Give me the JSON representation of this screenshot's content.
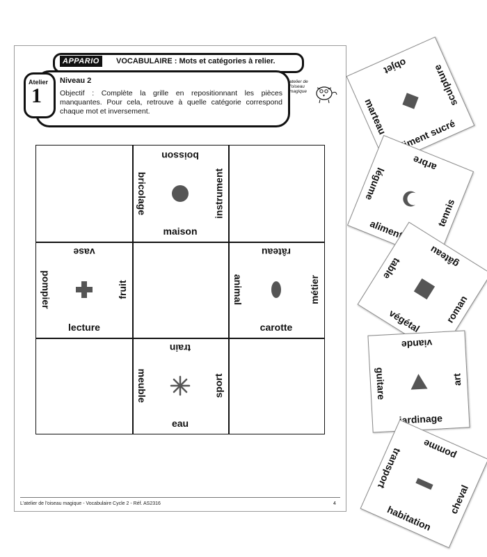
{
  "header": {
    "brand": "APPARIO",
    "title": "VOCABULAIRE : Mots et catégories à relier."
  },
  "info": {
    "atelier_label": "Atelier",
    "atelier_number": "1",
    "niveau": "Niveau 2",
    "objectif": "Objectif : Complète la grille en repositionnant les pièces manquantes. Pour cela, retrouve à quelle catégorie correspond chaque mot et inversement.",
    "logo_text": "atelier de l'oiseau magique"
  },
  "grid": {
    "cells": [
      {
        "id": "r1c1",
        "empty": true
      },
      {
        "id": "r1c2",
        "top": "boisson",
        "bottom": "maison",
        "left": "bricolage",
        "right": "instrument",
        "symbol": "circle"
      },
      {
        "id": "r1c3",
        "empty": true
      },
      {
        "id": "r2c1",
        "top": "vase",
        "bottom": "lecture",
        "left": "pompier",
        "right": "fruit",
        "symbol": "plus"
      },
      {
        "id": "r2c2",
        "empty": true
      },
      {
        "id": "r2c3",
        "top": "râteau",
        "bottom": "carotte",
        "left": "animal",
        "right": "métier",
        "symbol": "ellipse"
      },
      {
        "id": "r3c1",
        "empty": true
      },
      {
        "id": "r3c2",
        "top": "train",
        "bottom": "eau",
        "left": "meuble",
        "right": "sport",
        "symbol": "asterisk"
      },
      {
        "id": "r3c3",
        "empty": true
      }
    ]
  },
  "cards": [
    {
      "id": "card1",
      "top": "objet",
      "bottom": "aliment sucré",
      "left": "marteau",
      "right": "sculpture",
      "symbol": "diamond"
    },
    {
      "id": "card2",
      "top": "arbre",
      "bottom": "aliment salé",
      "left": "légume",
      "right": "tennis",
      "symbol": "crescent"
    },
    {
      "id": "card3",
      "top": "gâteau",
      "bottom": "végétal",
      "left": "table",
      "right": "roman",
      "symbol": "square"
    },
    {
      "id": "card4",
      "top": "viande",
      "bottom": "jardinage",
      "left": "guitare",
      "right": "art",
      "symbol": "triangle"
    },
    {
      "id": "card5",
      "top": "pomme",
      "bottom": "habitation",
      "left": "transport",
      "right": "cheval",
      "symbol": "bar"
    }
  ],
  "footer": {
    "text": "L'atelier de l'oiseau magique - Vocabulaire Cycle 2 - Réf. AS2316",
    "page": "4"
  }
}
